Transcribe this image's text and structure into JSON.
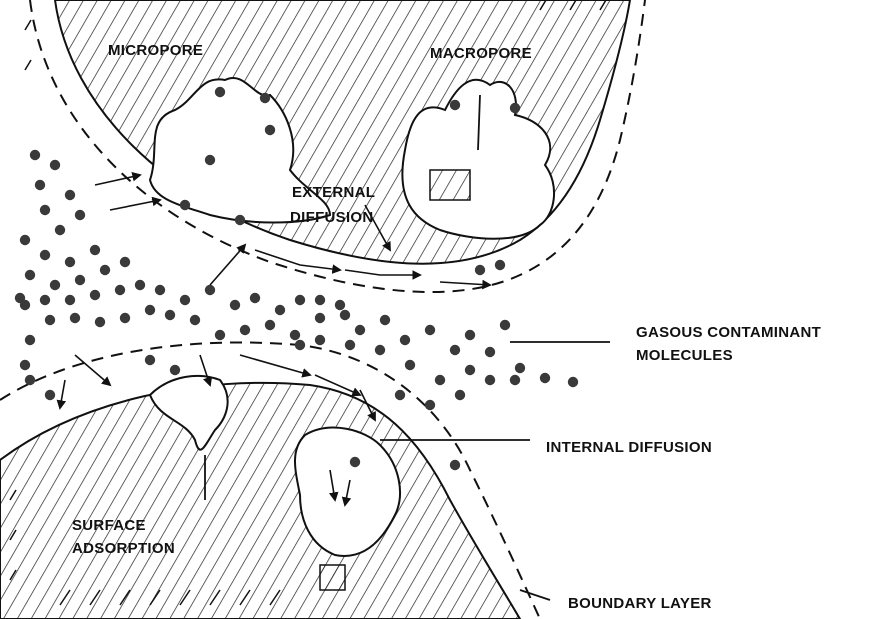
{
  "labels": {
    "micropore": "MICROPORE",
    "macropore": "MACROPORE",
    "external_diffusion_1": "EXTERNAL",
    "external_diffusion_2": "DIFFUSION",
    "gasous_1": "GASOUS CONTAMINANT",
    "gasous_2": "MOLECULES",
    "internal_diffusion": "INTERNAL DIFFUSION",
    "surface_1": "SURFACE",
    "surface_2": "ADSORPTION",
    "boundary_layer": "BOUNDARY LAYER"
  },
  "colors": {
    "ink": "#111111",
    "molecule": "#3a3a3a",
    "hatch": "#222222"
  }
}
